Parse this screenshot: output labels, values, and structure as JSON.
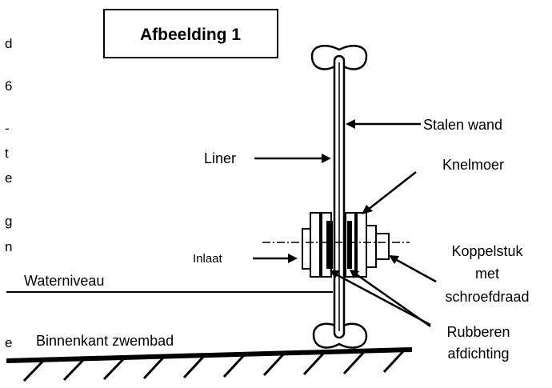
{
  "title": "Afbeelding 1",
  "labels": {
    "stalen_wand": "Stalen wand",
    "liner": "Liner",
    "knelmoer": "Knelmoer",
    "inlaat": "Inlaat",
    "koppelstuk_line1": "Koppelstuk",
    "koppelstuk_line2": "met",
    "koppelstuk_line3": "schroefdraad",
    "waterniveau": "Waterniveau",
    "binnenkant": "Binnenkant zwembad",
    "rubberen_line1": "Rubberen",
    "rubberen_line2": "afdichting"
  },
  "margin_fragments": [
    "d",
    "6",
    "-",
    "t",
    "e",
    "g",
    "n",
    "e"
  ]
}
